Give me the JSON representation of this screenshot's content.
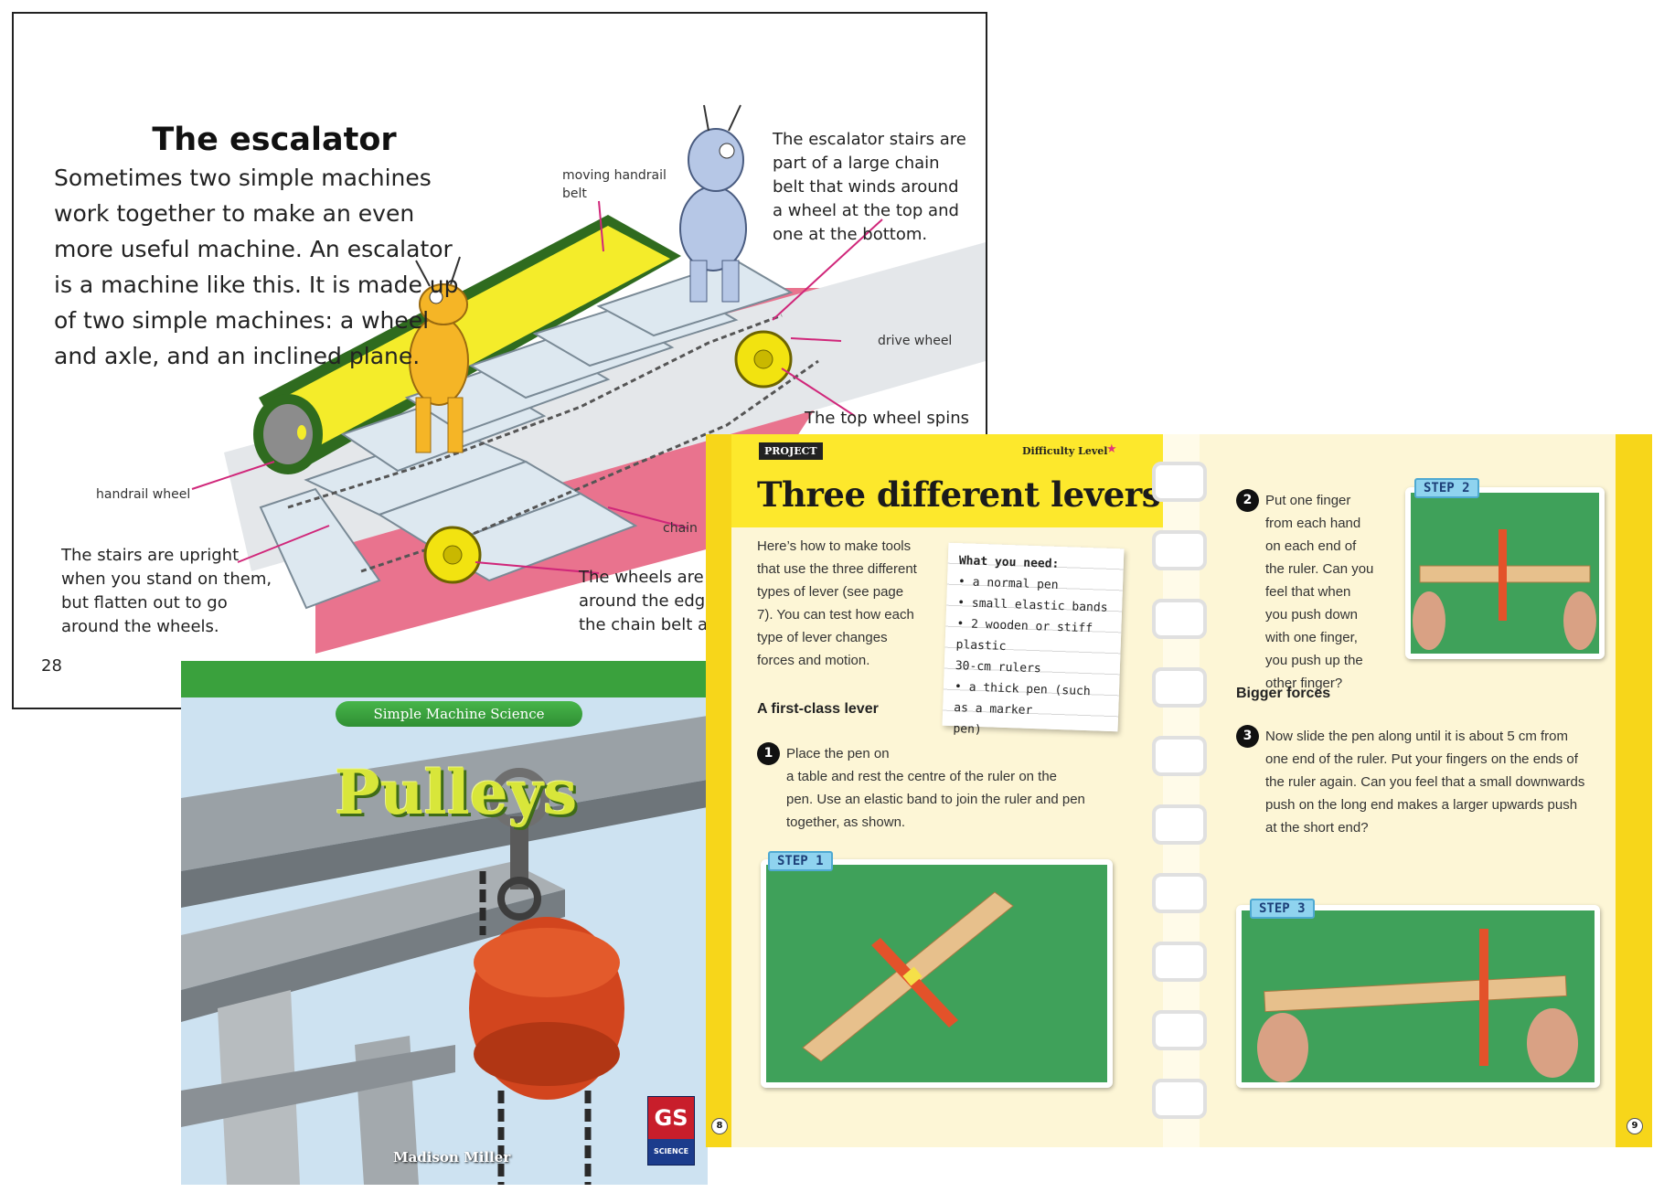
{
  "escalator_page": {
    "title": "The escalator",
    "body": "Sometimes two simple machines work together to make an even more useful machine. An escalator is a machine like this. It is made up of two simple machines: a wheel and axle, and an inclined plane.",
    "labels": {
      "handrail_belt_1": "moving handrail",
      "handrail_belt_2": "belt",
      "handrail_wheel": "handrail wheel",
      "drive_wheel": "drive wheel",
      "chain": "chain"
    },
    "notes": {
      "stairs_chain": [
        "The escalator stairs are",
        "part of a large chain",
        "belt that winds around",
        "a wheel at the top and",
        "one at the bottom."
      ],
      "stairs_upright": [
        "The stairs are upright",
        "when you stand on them,",
        "but flatten out to go",
        "around the wheels."
      ],
      "wheels_edge": [
        "The wheels are a",
        "around the edge",
        "the chain belt a"
      ],
      "top_wheel": "The top wheel spins"
    },
    "page_number": "28"
  },
  "cover": {
    "series": "Simple Machine Science",
    "title": "Pulleys",
    "author": "Madison Miller",
    "logo_main": "GS",
    "logo_sub": "SCIENCE"
  },
  "lever_spread": {
    "project_tag": "PROJECT",
    "difficulty": "Difficulty Level",
    "title": "Three different levers",
    "intro": [
      "Here’s how to make tools",
      "that use the three different",
      "types of lever (see page",
      "7). You can test how each",
      "type of lever changes",
      "forces and motion."
    ],
    "what_you_need": {
      "title": "What you need:",
      "items": [
        "• a normal pen",
        "• small elastic bands",
        "• 2 wooden or stiff plastic",
        "  30-cm rulers",
        "• a thick pen (such as a marker",
        "  pen)"
      ]
    },
    "first_class_heading": "A first-class lever",
    "step1": {
      "number": "1",
      "text": [
        "Place the pen on",
        "a table and rest the centre of the ruler on the",
        "pen. Use an elastic band to join the ruler and pen",
        "together, as shown."
      ],
      "tag": "STEP 1"
    },
    "step2": {
      "number": "2",
      "text": [
        "Put one finger",
        "from each hand",
        "on each end of",
        "the ruler. Can you",
        "feel that when",
        "you push down",
        "with one finger,",
        "you push up the",
        "other finger?"
      ],
      "tag": "STEP 2"
    },
    "bigger_forces_heading": "Bigger forces",
    "step3": {
      "number": "3",
      "text": [
        "Now slide the pen along until it is about 5 cm from",
        "one end of the ruler. Put your fingers on the ends of",
        "the ruler again. Can you feel that a small downwards",
        "push on the long end makes a larger upwards push",
        "at the short end?"
      ],
      "tag": "STEP 3"
    },
    "left_page_number": "8",
    "right_page_number": "9"
  },
  "colors": {
    "yellow_band": "#f7d61a",
    "header_yellow": "#fde82c",
    "green_photo": "#3fa15a",
    "cover_green": "#2f8f33",
    "pink_base": "#e55a7a"
  }
}
